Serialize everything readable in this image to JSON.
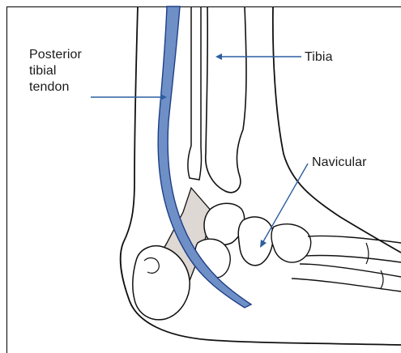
{
  "labels": {
    "posterior_tibial_tendon": [
      "Posterior",
      "tibial",
      "tendon"
    ],
    "tibia": "Tibia",
    "navicular": "Navicular"
  },
  "colors": {
    "tendon_fill": "#6f8fc7",
    "tendon_stroke": "#1f3f86",
    "ligament_fill": "#ddd8d3",
    "outline": "#111111",
    "leader_line": "#2c5fa0"
  }
}
